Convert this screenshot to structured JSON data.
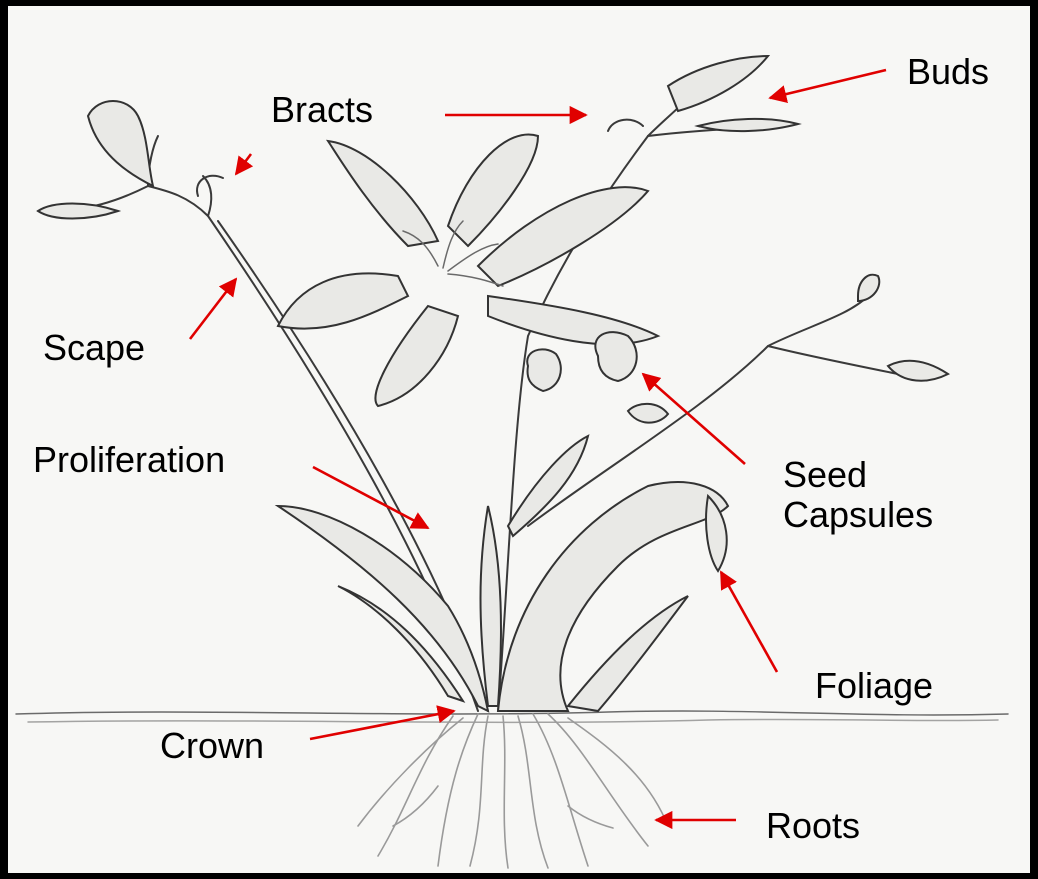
{
  "labels": {
    "buds": "Buds",
    "bracts": "Bracts",
    "scape": "Scape",
    "proliferation": "Proliferation",
    "seed_line1": "Seed",
    "seed_line2": "Capsules",
    "foliage": "Foliage",
    "crown": "Crown",
    "roots": "Roots"
  },
  "colors": {
    "arrow": "#e00000",
    "background": "#f7f7f5",
    "border": "#000000",
    "pencil": "#3a3a3a"
  }
}
